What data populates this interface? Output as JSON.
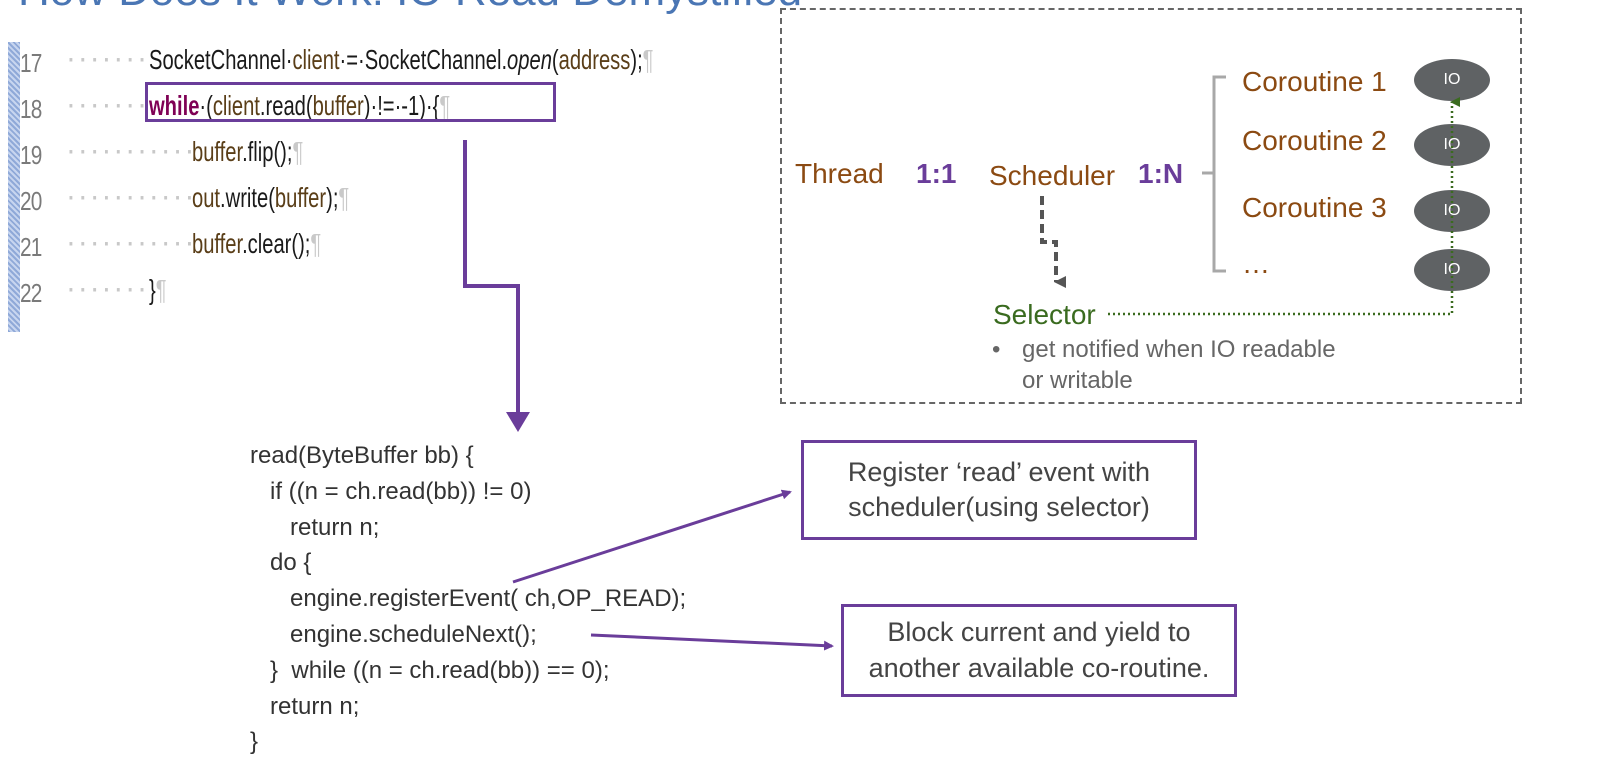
{
  "page_title": "How Does It Work: IO Read Demystified",
  "editor": {
    "lines": [
      {
        "num": "17",
        "dots": "·······",
        "html_key": "l17"
      },
      {
        "num": "18",
        "dots": "·······",
        "html_key": "l18"
      },
      {
        "num": "19",
        "dots": "···········",
        "html_key": "l19"
      },
      {
        "num": "20",
        "dots": "···········",
        "html_key": "l20"
      },
      {
        "num": "21",
        "dots": "···········",
        "html_key": "l21"
      },
      {
        "num": "22",
        "dots": "·······",
        "html_key": "l22"
      }
    ],
    "code": {
      "l17_a": "SocketChannel·",
      "l17_b": "client",
      "l17_c": "·=·SocketChannel.",
      "l17_d": "open",
      "l17_e": "(",
      "l17_f": "address",
      "l17_g": ");",
      "l18_kw": "while",
      "l18_a": "·(",
      "l18_b": "client",
      "l18_c": ".read(",
      "l18_d": "buffer",
      "l18_e": ")·!=·-1)·{",
      "l19_a": "buffer",
      "l19_b": ".flip();",
      "l20_a": "out",
      "l20_b": ".write(",
      "l20_c": "buffer",
      "l20_d": ");",
      "l21_a": "buffer",
      "l21_b": ".clear();",
      "l22_a": "}",
      "pilcrow": "¶"
    }
  },
  "diagram": {
    "thread": "Thread",
    "ratio1": "1:1",
    "scheduler": "Scheduler",
    "ratio2": "1:N",
    "coroutines": [
      "Coroutine 1",
      "Coroutine 2",
      "Coroutine 3",
      "…"
    ],
    "io_label": "IO",
    "selector": "Selector",
    "bullet_line1": "get notified when IO readable",
    "bullet_line2": "or writable",
    "bullet_mark": "•"
  },
  "read_code": [
    "read(ByteBuffer bb) {",
    "   if ((n = ch.read(bb)) != 0)",
    "      return n;",
    "   do {",
    "      engine.registerEvent( ch,OP_READ);",
    "      engine.scheduleNext();",
    "   }  while ((n = ch.read(bb)) == 0);",
    "   return n;",
    "}"
  ],
  "callouts": {
    "register_line1": "Register ‘read’ event with",
    "register_line2": "scheduler(using selector)",
    "block_line1": "Block current and  yield to",
    "block_line2": "another available co-routine."
  },
  "colors": {
    "purple": "#6a3d9a",
    "brown": "#8b4a12",
    "green": "#3a6b1f",
    "io_gray": "#5f6264"
  }
}
